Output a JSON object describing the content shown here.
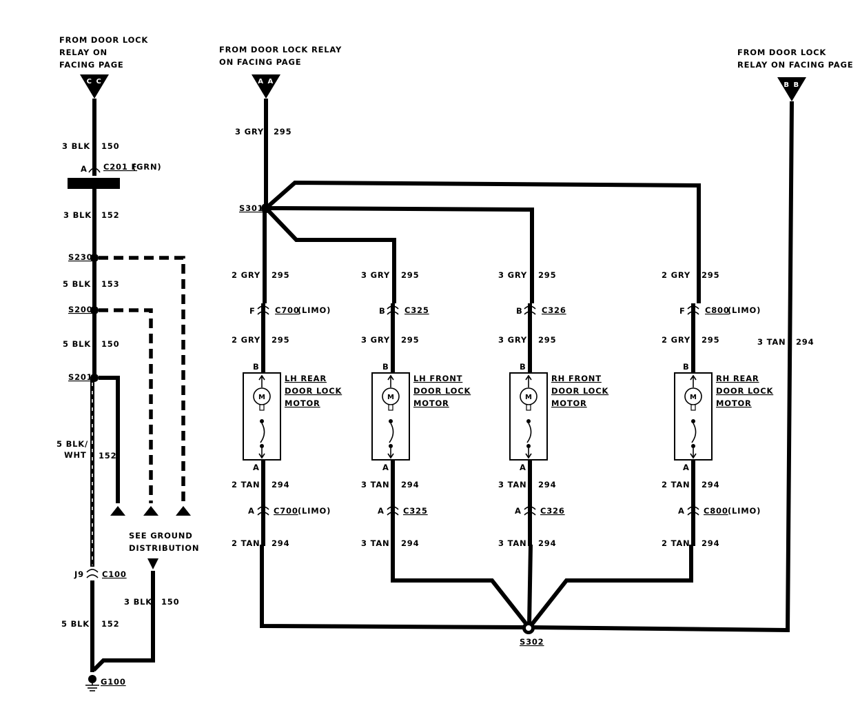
{
  "sources": {
    "cc": {
      "line1": "FROM DOOR LOCK",
      "line2": "RELAY ON",
      "line3": "FACING PAGE",
      "tag": "C C"
    },
    "aa": {
      "line1": "FROM DOOR LOCK RELAY",
      "line2": "ON FACING PAGE",
      "tag": "A A"
    },
    "bb": {
      "line1": "FROM DOOR LOCK",
      "line2": "RELAY ON FACING  PAGE",
      "tag": "B B"
    }
  },
  "ground_branch": {
    "w1_size": "3 BLK",
    "w1_circuit": "150",
    "c201_pin": "A",
    "c201_name": "C201 F",
    "c201_note": "(GRN)",
    "w2_size": "3 BLK",
    "w2_circuit": "152",
    "s230": "S230",
    "w3_size": "5 BLK",
    "w3_circuit": "153",
    "s200": "S200",
    "w4_size": "5 BLK",
    "w4_circuit": "150",
    "s201": "S201",
    "w5_size_1": "5 BLK/",
    "w5_size_2": "WHT",
    "w5_circuit": "152",
    "see_ground_1": "SEE GROUND",
    "see_ground_2": "DISTRIBUTION",
    "c100_pin": "J9",
    "c100_name": "C100",
    "w6_size": "3 BLK",
    "w6_circuit": "150",
    "w7_size": "5 BLK",
    "w7_circuit": "152",
    "g100": "G100"
  },
  "feed": {
    "size": "3 GRY",
    "circuit": "295",
    "s301": "S301"
  },
  "motors": [
    {
      "title_1": "LH REAR",
      "title_2": "DOOR LOCK",
      "title_3": "MOTOR",
      "top_size": "2 GRY",
      "top_circuit": "295",
      "top_pin": "F",
      "top_conn": "C700",
      "top_note": "(LIMO)",
      "mid_size": "2 GRY",
      "mid_circuit": "295",
      "pin_b": "B",
      "symbol": "M",
      "pin_a": "A",
      "bot_size": "2 TAN",
      "bot_circuit": "294",
      "bot_pin": "A",
      "bot_conn": "C700",
      "bot_note": "(LIMO)",
      "gnd_size": "2 TAN",
      "gnd_circuit": "294"
    },
    {
      "title_1": "LH FRONT",
      "title_2": "DOOR LOCK",
      "title_3": "MOTOR",
      "top_size": "3 GRY",
      "top_circuit": "295",
      "top_pin": "B",
      "top_conn": "C325",
      "top_note": "",
      "mid_size": "3 GRY",
      "mid_circuit": "295",
      "pin_b": "B",
      "symbol": "M",
      "pin_a": "A",
      "bot_size": "3 TAN",
      "bot_circuit": "294",
      "bot_pin": "A",
      "bot_conn": "C325",
      "bot_note": "",
      "gnd_size": "3 TAN",
      "gnd_circuit": "294"
    },
    {
      "title_1": "RH FRONT",
      "title_2": "DOOR LOCK",
      "title_3": "MOTOR",
      "top_size": "3 GRY",
      "top_circuit": "295",
      "top_pin": "B",
      "top_conn": "C326",
      "top_note": "",
      "mid_size": "3 GRY",
      "mid_circuit": "295",
      "pin_b": "B",
      "symbol": "M",
      "pin_a": "A",
      "bot_size": "3 TAN",
      "bot_circuit": "294",
      "bot_pin": "A",
      "bot_conn": "C326",
      "bot_note": "",
      "gnd_size": "3 TAN",
      "gnd_circuit": "294"
    },
    {
      "title_1": "RH REAR",
      "title_2": "DOOR LOCK",
      "title_3": "MOTOR",
      "top_size": "2 GRY",
      "top_circuit": "295",
      "top_pin": "F",
      "top_conn": "C800",
      "top_note": "(LIMO)",
      "mid_size": "2 GRY",
      "mid_circuit": "295",
      "pin_b": "B",
      "symbol": "M",
      "pin_a": "A",
      "bot_size": "2 TAN",
      "bot_circuit": "294",
      "bot_pin": "A",
      "bot_conn": "C800",
      "bot_note": "(LIMO)",
      "gnd_size": "2 TAN",
      "gnd_circuit": "294"
    }
  ],
  "bb_wire": {
    "size": "3 TAN",
    "circuit": "294"
  },
  "s302": "S302"
}
